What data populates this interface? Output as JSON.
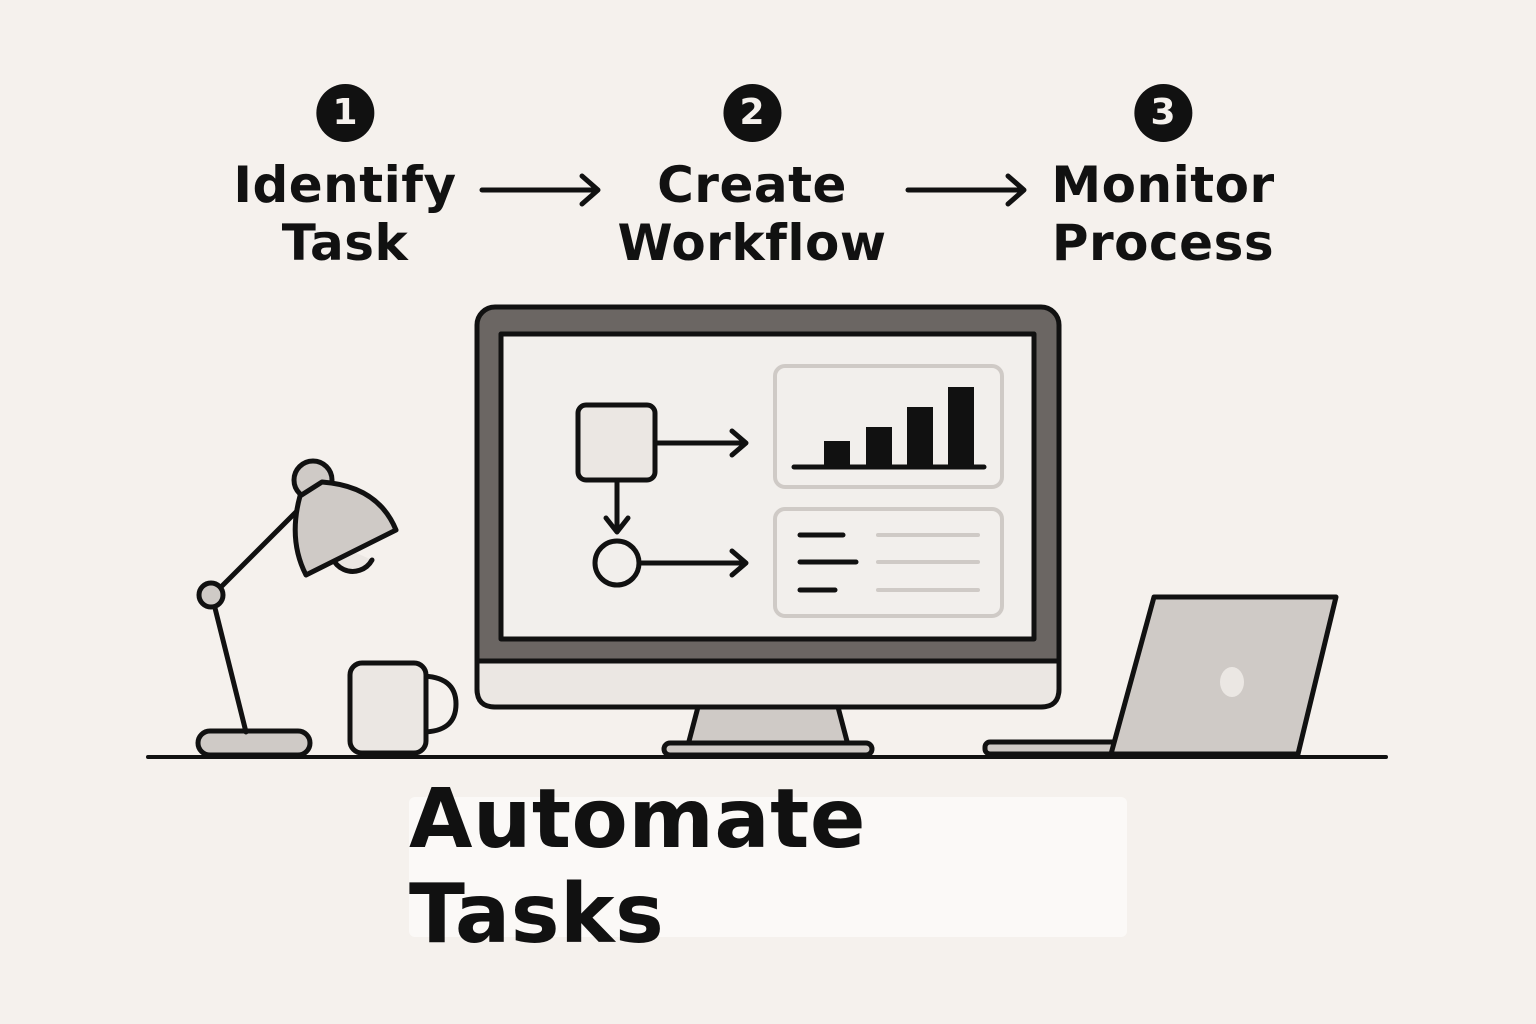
{
  "steps": [
    {
      "number": "1",
      "line1": "Identify",
      "line2": "Task"
    },
    {
      "number": "2",
      "line1": "Create",
      "line2": "Workflow"
    },
    {
      "number": "3",
      "line1": "Monitor",
      "line2": "Process"
    }
  ],
  "caption": "Automate Tasks",
  "colors": {
    "background": "#f5f1ed",
    "ink": "#111111",
    "monitor_bezel": "#6b6663",
    "screen": "#f2efec",
    "gray_fill": "#cfcac6",
    "light_fill": "#ebe7e3"
  },
  "icons": [
    "desk-lamp-icon",
    "mug-icon",
    "monitor-icon",
    "laptop-icon",
    "flowchart-icon",
    "bar-chart-icon",
    "list-icon",
    "arrow-right-icon"
  ]
}
